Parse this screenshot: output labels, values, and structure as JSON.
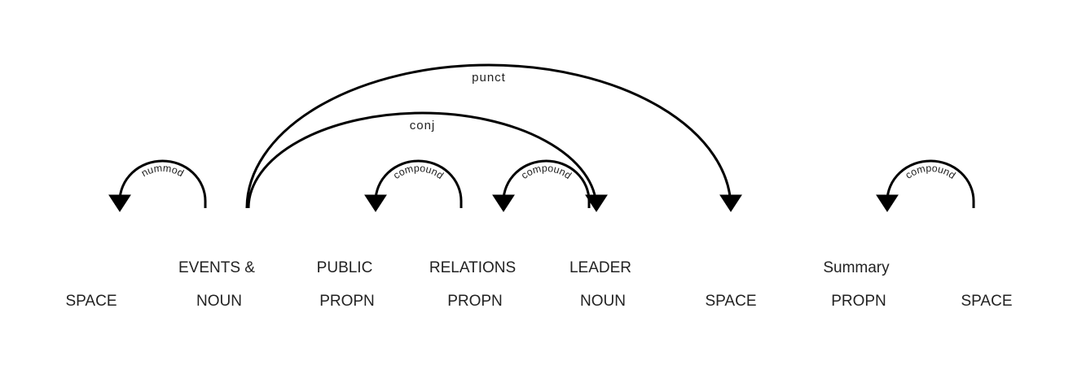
{
  "diagram": {
    "tokens": [
      {
        "text": "",
        "tag": "SPACE"
      },
      {
        "text": "EVENTS &",
        "tag": "NOUN"
      },
      {
        "text": "PUBLIC",
        "tag": "PROPN"
      },
      {
        "text": "RELATIONS",
        "tag": "PROPN"
      },
      {
        "text": "LEADER",
        "tag": "NOUN"
      },
      {
        "text": "",
        "tag": "SPACE"
      },
      {
        "text": "Summary",
        "tag": "PROPN"
      },
      {
        "text": "",
        "tag": "SPACE"
      }
    ],
    "arcs": [
      {
        "label": "nummod",
        "head": 1,
        "dependent": 0
      },
      {
        "label": "compound",
        "head": 3,
        "dependent": 2
      },
      {
        "label": "compound",
        "head": 4,
        "dependent": 3
      },
      {
        "label": "compound",
        "head": 7,
        "dependent": 6
      },
      {
        "label": "conj",
        "head": 1,
        "dependent": 4
      },
      {
        "label": "punct",
        "head": 1,
        "dependent": 5
      }
    ]
  }
}
